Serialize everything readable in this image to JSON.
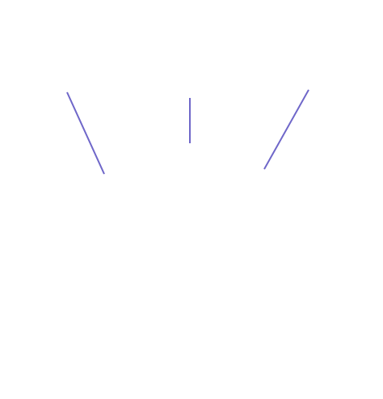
{
  "canvas": {
    "background_color": "#ffffff"
  },
  "strokes": [
    {
      "name": "left-diagonal-stroke",
      "color": "#6f67c9",
      "orientation": "diagonal"
    },
    {
      "name": "center-vertical-stroke",
      "color": "#6f67c9",
      "orientation": "vertical"
    },
    {
      "name": "right-diagonal-stroke",
      "color": "#6f67c9",
      "orientation": "diagonal"
    }
  ]
}
